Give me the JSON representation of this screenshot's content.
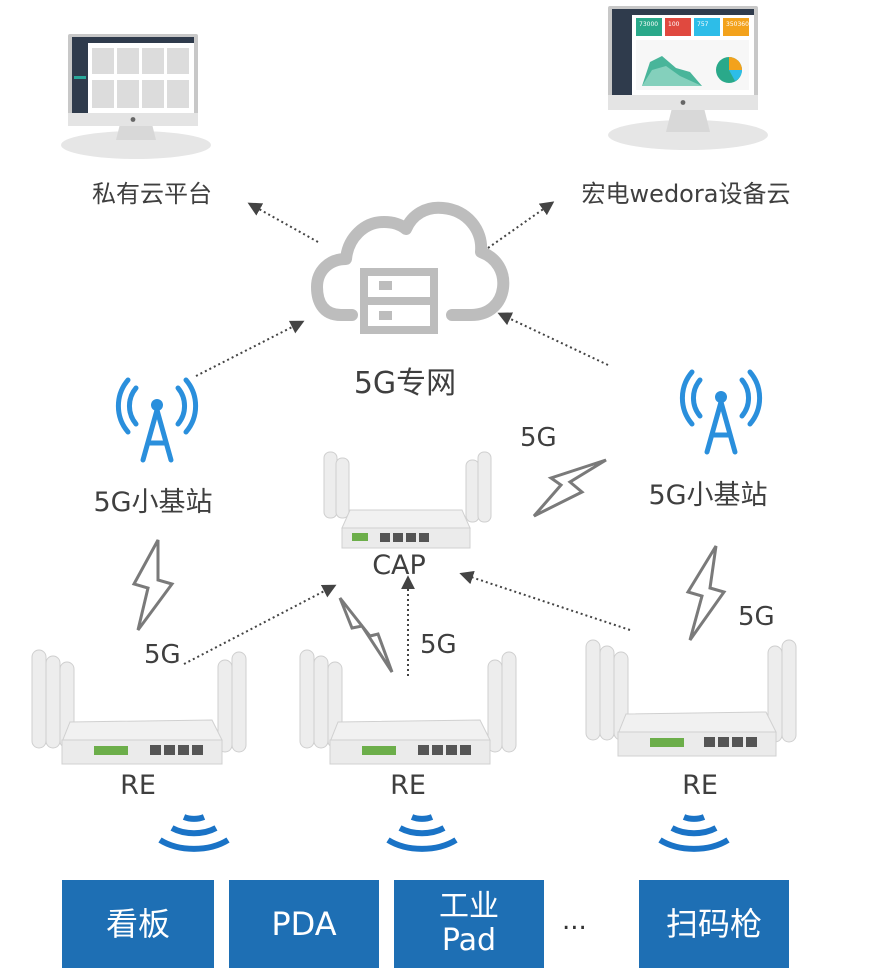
{
  "platforms": {
    "private_cloud": "私有云平台",
    "wedora_cloud": "宏电wedora设备云",
    "dashboard_tiles": [
      "73000",
      "100",
      "757",
      "350360"
    ]
  },
  "network": {
    "core_label": "5G专网",
    "base_station_left": "5G小基站",
    "base_station_right": "5G小基站"
  },
  "links": {
    "label_cap_right": "5G",
    "label_left": "5G",
    "label_center": "5G",
    "label_right": "5G"
  },
  "routers": {
    "cap": "CAP",
    "re_left": "RE",
    "re_center": "RE",
    "re_right": "RE"
  },
  "devices": {
    "kanban": "看板",
    "pda": "PDA",
    "industrial_pad": "工业\nPad",
    "more": "...",
    "scanner": "扫码枪"
  },
  "colors": {
    "device_box": "#1e6fb4",
    "wifi_blue": "#1a73c6",
    "tower_blue": "#2a8fdc",
    "cloud_gray": "#bdbdbd",
    "text_gray": "#3f3f3f"
  }
}
